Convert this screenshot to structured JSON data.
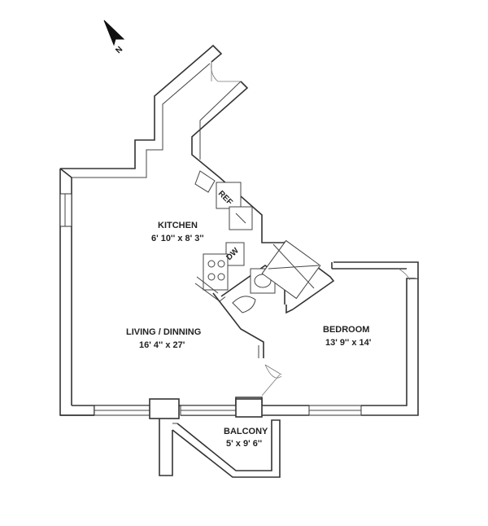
{
  "compass": {
    "label": "N"
  },
  "rooms": {
    "kitchen": {
      "name": "KITCHEN",
      "dims": "6' 10'' x 8' 3''"
    },
    "living": {
      "name": "LIVING / DINNING",
      "dims": "16' 4'' x 27'"
    },
    "bedroom": {
      "name": "BEDROOM",
      "dims": "13' 9'' x 14'"
    },
    "balcony": {
      "name": "BALCONY",
      "dims": "5' x 9' 6''"
    }
  },
  "appliances": {
    "ref": "REF",
    "dw": "DW"
  }
}
